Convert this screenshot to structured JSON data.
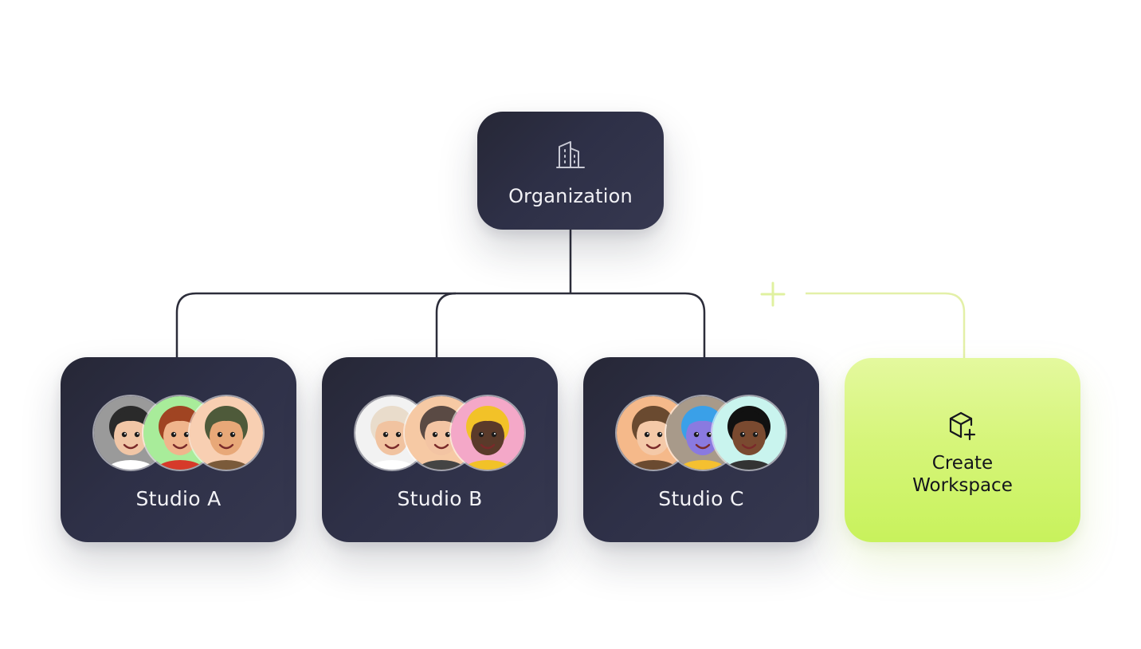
{
  "organization": {
    "label": "Organization",
    "icon": "building-icon"
  },
  "studios": [
    {
      "label": "Studio A",
      "avatars": [
        {
          "bg": "#9a9a9a",
          "skin": "#f1c6a6",
          "hair": "#2a2a2a",
          "accent": "#ffffff"
        },
        {
          "bg": "#a8ec9a",
          "skin": "#f0b58c",
          "hair": "#a04422",
          "accent": "#d63a2a"
        },
        {
          "bg": "#f8cfb2",
          "skin": "#e8a878",
          "hair": "#4e5a3a",
          "accent": "#7a5a3a"
        }
      ]
    },
    {
      "label": "Studio B",
      "avatars": [
        {
          "bg": "#f2f2f2",
          "skin": "#f1c3a0",
          "hair": "#e9dccb",
          "accent": "#ffffff"
        },
        {
          "bg": "#f6c9a4",
          "skin": "#f3c4a3",
          "hair": "#5a4a44",
          "accent": "#444444"
        },
        {
          "bg": "#f4a8c8",
          "skin": "#5a3a2a",
          "hair": "#f2c228",
          "accent": "#f2c228"
        }
      ]
    },
    {
      "label": "Studio C",
      "avatars": [
        {
          "bg": "#f5b98a",
          "skin": "#f4c9a8",
          "hair": "#6a4a30",
          "accent": "#6a4a30"
        },
        {
          "bg": "#a89a8a",
          "skin": "#8a7ae0",
          "hair": "#3aa0e8",
          "accent": "#f5c030"
        },
        {
          "bg": "#c9f4ee",
          "skin": "#7a4a30",
          "hair": "#111111",
          "accent": "#333333"
        }
      ]
    }
  ],
  "create_workspace": {
    "label": "Create Workspace",
    "icon": "cube-plus-icon"
  },
  "colors": {
    "card_dark": "#2e3047",
    "connector": "#2c2d3a",
    "accent_green": "#d6f57a",
    "dashed_connector": "#e6f3b0"
  }
}
